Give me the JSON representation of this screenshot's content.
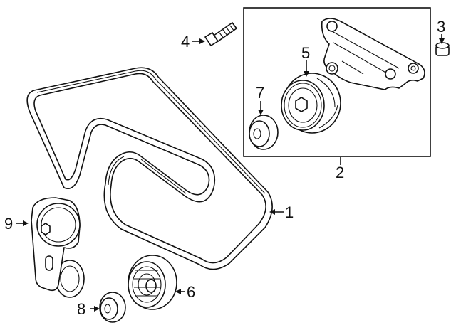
{
  "callouts": [
    {
      "id": "1",
      "part": "drive-belt"
    },
    {
      "id": "2",
      "part": "tensioner-assembly-group"
    },
    {
      "id": "3",
      "part": "cap"
    },
    {
      "id": "4",
      "part": "bolt"
    },
    {
      "id": "5",
      "part": "idler-pulley"
    },
    {
      "id": "6",
      "part": "idler-pulley-lower"
    },
    {
      "id": "7",
      "part": "dust-cap"
    },
    {
      "id": "8",
      "part": "dust-cap-lower"
    },
    {
      "id": "9",
      "part": "belt-tensioner"
    }
  ],
  "colors": {
    "line": "#111111",
    "background": "#ffffff"
  }
}
